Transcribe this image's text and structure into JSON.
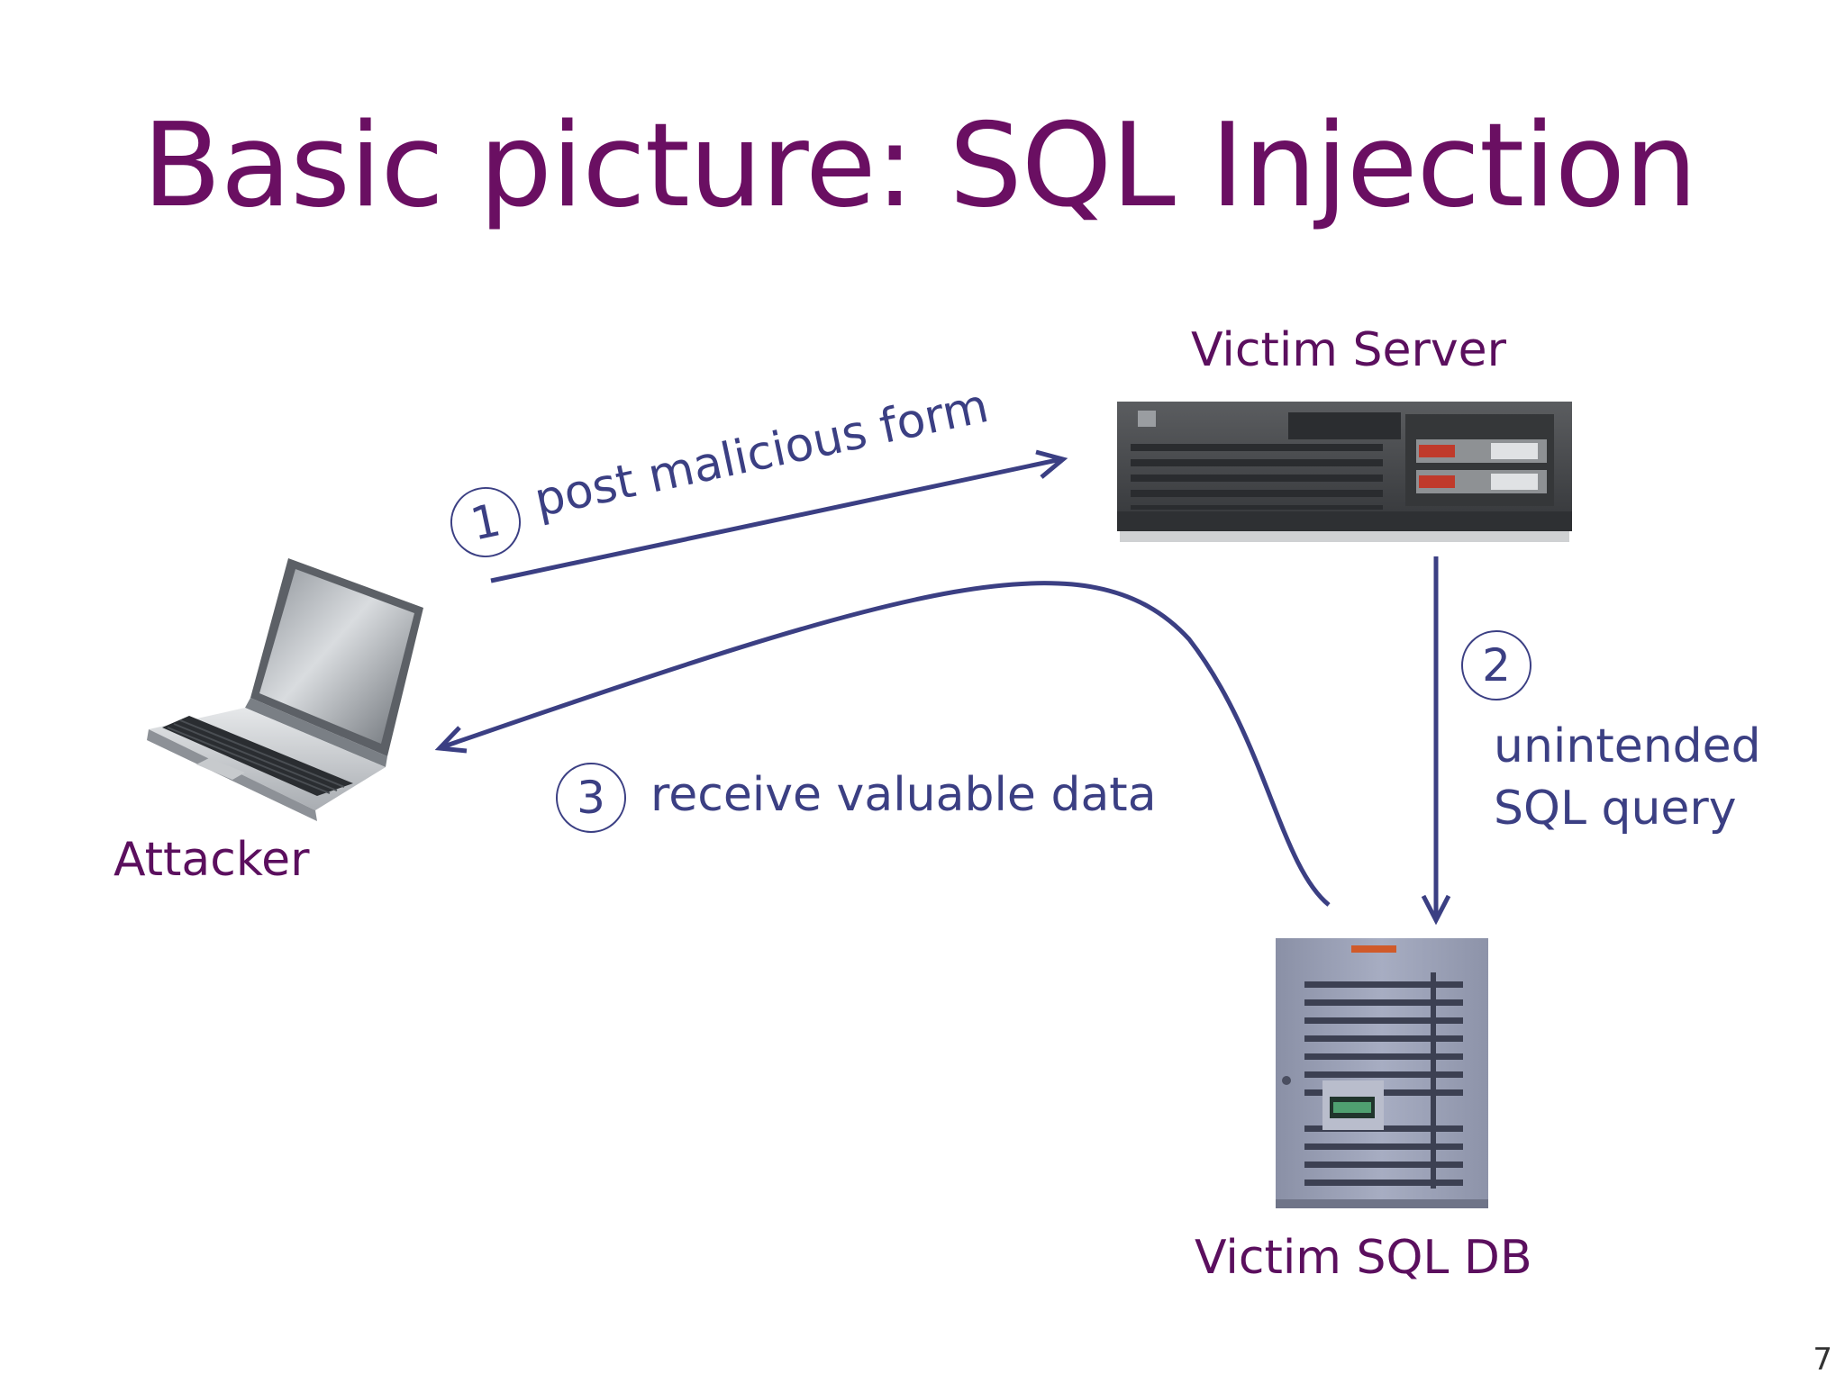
{
  "slide": {
    "title": "Basic picture: SQL Injection",
    "page_number": "7"
  },
  "nodes": {
    "attacker": {
      "label": "Attacker",
      "icon": "laptop-icon"
    },
    "server": {
      "label": "Victim Server",
      "icon": "rack-server-icon"
    },
    "database": {
      "label": "Victim SQL DB",
      "icon": "tower-server-icon"
    }
  },
  "steps": [
    {
      "number": "1",
      "label": "post malicious form"
    },
    {
      "number": "2",
      "label_line1": "unintended",
      "label_line2": "SQL query"
    },
    {
      "number": "3",
      "label": "receive valuable data"
    }
  ],
  "colors": {
    "title": "#6a0f62",
    "node_label": "#5b0f5e",
    "arrow": "#3b3f83"
  }
}
